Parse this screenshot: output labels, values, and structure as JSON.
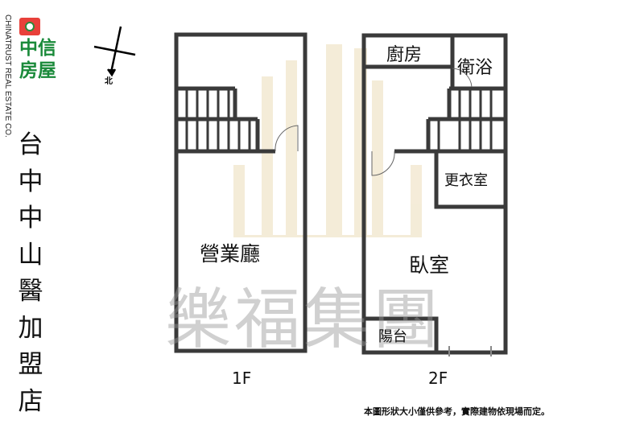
{
  "logo": {
    "name": "中信房屋",
    "english": "CHINATRUST REAL ESTATE CO.",
    "brand_color": "#1a8a3a",
    "mark_color": "#e8403a"
  },
  "compass": {
    "label": "北"
  },
  "store_title": "台中中山醫加盟店",
  "floors": [
    {
      "label": "1F",
      "rooms": [
        "營業廳"
      ]
    },
    {
      "label": "2F",
      "rooms": [
        "廚房",
        "衛浴",
        "更衣室",
        "臥室",
        "陽台"
      ]
    }
  ],
  "watermark": "樂福集團",
  "disclaimer": "本圖形狀大小僅供參考，實際建物依現場而定。"
}
